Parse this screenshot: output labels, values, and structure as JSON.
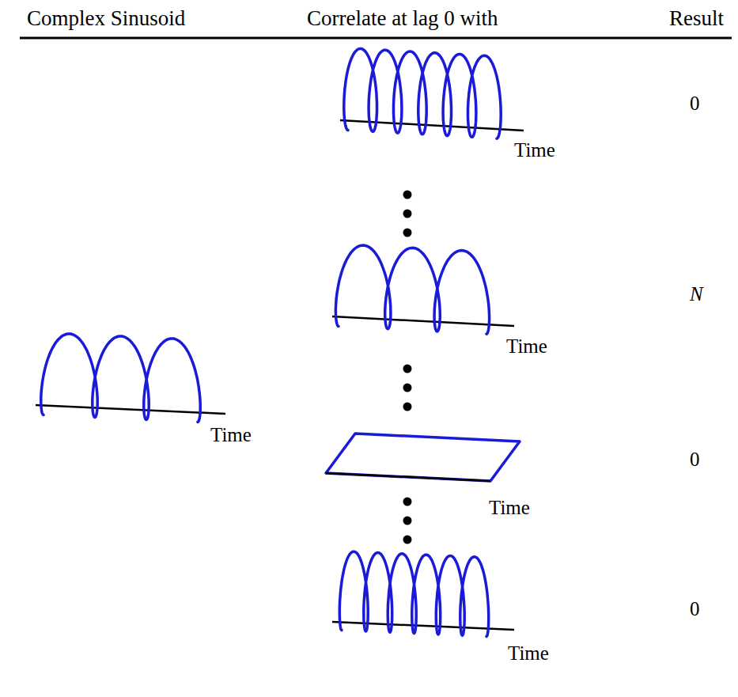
{
  "diagram": {
    "labels": [
      "Complex Sinusoid",
      "Correlate at lag 0 with",
      "Result",
      "Time",
      "0",
      "Time",
      "N",
      "Time",
      "Time",
      "0",
      "Time",
      "0"
    ]
  }
}
